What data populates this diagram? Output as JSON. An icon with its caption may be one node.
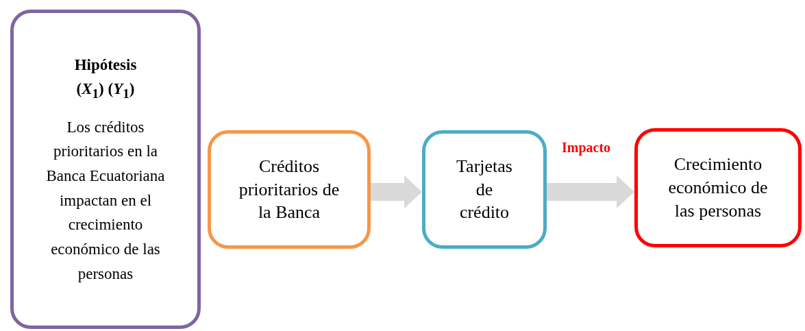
{
  "diagram": {
    "nodes": [
      {
        "text": [
          "Hipótesis",
          "(*X*$_{1}$) (*Y*$_{1}$)",
          "Los créditos prioritarios en la Banca Ecuatoriana impactan en el crecimiento económico de las personas"
        ]
      },
      {
        "text": [
          "Créditos prioritarios de la Banca"
        ]
      },
      {
        "text": [
          "Tarjetas de crédito"
        ]
      },
      {
        "text": [
          "Crecimiento económico de las personas"
        ]
      }
    ],
    "edges": [
      {
        "from": 1,
        "to": 2,
        "arrow": "to"
      },
      {
        "from": 2,
        "to": 3,
        "arrow": "to",
        "label": "Impacto"
      }
    ]
  }
}
